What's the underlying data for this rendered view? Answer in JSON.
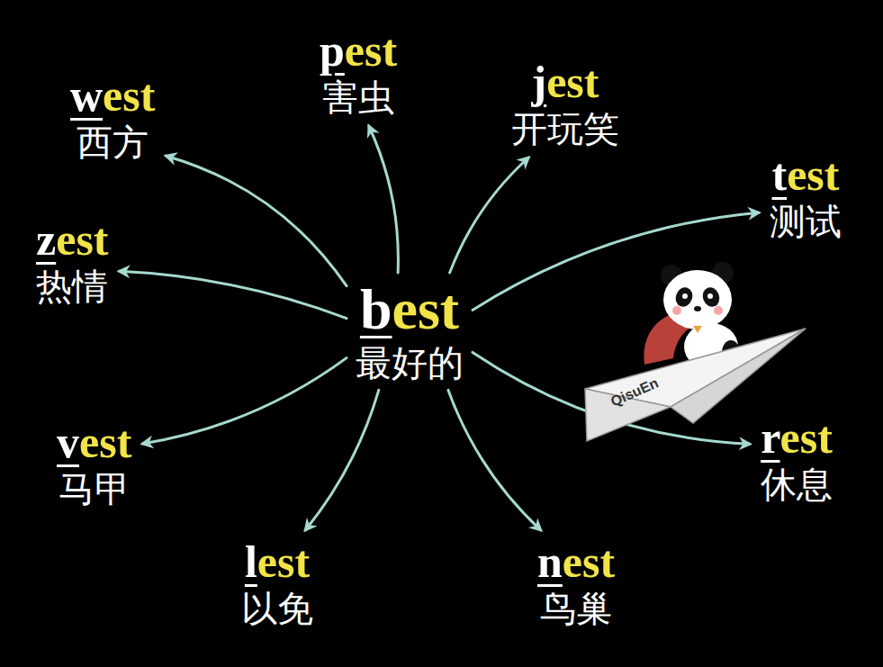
{
  "diagram": {
    "nodes": [
      {
        "text": [
          "west",
          "西方"
        ]
      },
      {
        "text": [
          "pest",
          "害虫"
        ]
      },
      {
        "text": [
          "jest",
          "开玩笑"
        ]
      },
      {
        "text": [
          "test",
          "测试"
        ]
      },
      {
        "text": [
          "zest",
          "热情"
        ]
      },
      {
        "text": [
          "best",
          "最好的"
        ]
      },
      {
        "text": [
          "vest",
          "马甲"
        ]
      },
      {
        "text": [
          "rest",
          "休息"
        ]
      },
      {
        "text": [
          "lest",
          "以免"
        ]
      },
      {
        "text": [
          "nest",
          "鸟巢"
        ]
      }
    ],
    "edges": [
      {
        "from": 5,
        "to": 0,
        "arrow": "to"
      },
      {
        "from": 5,
        "to": 1,
        "arrow": "to"
      },
      {
        "from": 5,
        "to": 2,
        "arrow": "to"
      },
      {
        "from": 5,
        "to": 3,
        "arrow": "to"
      },
      {
        "from": 5,
        "to": 4,
        "arrow": "to"
      },
      {
        "from": 5,
        "to": 6,
        "arrow": "to"
      },
      {
        "from": 5,
        "to": 7,
        "arrow": "to"
      },
      {
        "from": 5,
        "to": 8,
        "arrow": "to"
      },
      {
        "from": 5,
        "to": 9,
        "arrow": "to"
      }
    ],
    "labels": [
      "QisuEn"
    ]
  }
}
